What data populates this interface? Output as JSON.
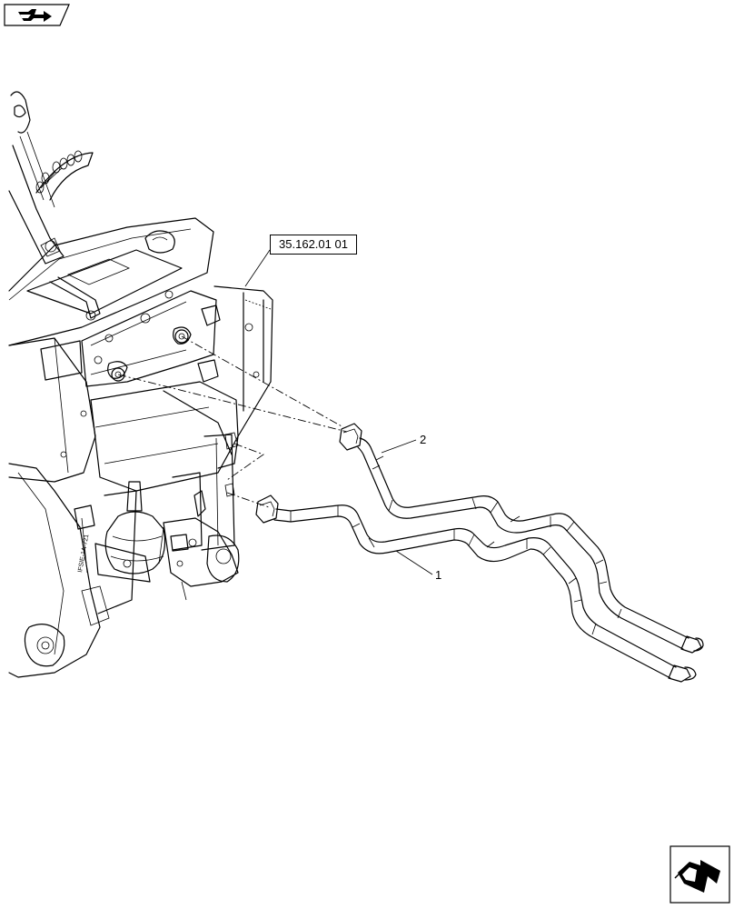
{
  "navigation": {
    "prev_icon": "folder-back-arrow-icon",
    "next_icon": "next-page-arrow-icon"
  },
  "reference": {
    "label": "35.162.01 01"
  },
  "callouts": [
    {
      "id": "pipe-1",
      "label": "1"
    },
    {
      "id": "pipe-2",
      "label": "2"
    }
  ],
  "colors": {
    "line": "#000000",
    "background": "#ffffff"
  }
}
